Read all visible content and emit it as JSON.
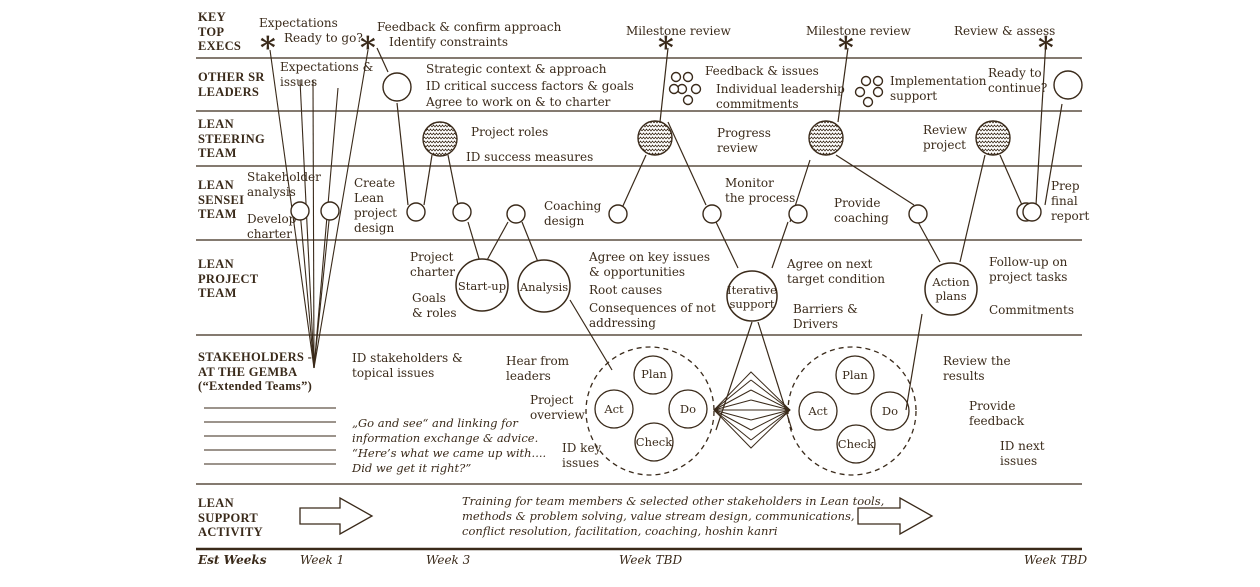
{
  "lanes": {
    "key_execs": [
      "KEY",
      "TOP",
      "EXECS"
    ],
    "other_sr": [
      "OTHER SR",
      "LEADERS"
    ],
    "steering": [
      "LEAN",
      "STEERING",
      "TEAM"
    ],
    "sensei": [
      "LEAN",
      "SENSEI",
      "TEAM"
    ],
    "project": [
      "LEAN",
      "PROJECT",
      "TEAM"
    ],
    "stakeholders": [
      "STAKEHOLDERS -",
      "AT THE GEMBA",
      "(“Extended Teams”)"
    ],
    "support": [
      "LEAN",
      "SUPPORT",
      "ACTIVITY"
    ]
  },
  "execs": {
    "expectations": "Expectations",
    "ready": "Ready to go?",
    "feedback": "Feedback & confirm approach",
    "identify": "Identify constraints",
    "milestone1": "Milestone review",
    "milestone2": "Milestone review",
    "review_assess": "Review & assess"
  },
  "other_sr": {
    "expectations": [
      "Expectations &",
      "issues"
    ],
    "strategic": [
      "Strategic context & approach",
      "ID critical success factors & goals",
      "Agree  to work on & to charter"
    ],
    "feedback": [
      "Feedback & issues",
      "Individual leadership",
      "commitments"
    ],
    "implementation": [
      "Implementation",
      "support"
    ],
    "ready": [
      "Ready to",
      "continue?"
    ]
  },
  "steering": {
    "roles": "Project roles",
    "measures": "ID success measures",
    "progress": [
      "Progress",
      "review"
    ],
    "review": [
      "Review",
      "project"
    ]
  },
  "sensei": {
    "stakeholder": [
      "Stakeholder",
      "analysis"
    ],
    "develop": [
      "Develop",
      "charter"
    ],
    "create": [
      "Create",
      "Lean",
      "project",
      "design"
    ],
    "coaching_design": [
      "Coaching",
      "design"
    ],
    "monitor": [
      "Monitor",
      "the process"
    ],
    "provide": [
      "Provide",
      "coaching"
    ],
    "prep": [
      "Prep",
      "final",
      "report"
    ]
  },
  "project": {
    "charter": [
      "Project",
      "charter"
    ],
    "goals": [
      "Goals",
      "& roles"
    ],
    "startup": "Start-up",
    "analysis": "Analysis",
    "agree": [
      "Agree on key issues",
      "& opportunities"
    ],
    "root": "Root causes",
    "consequences": [
      "Consequences of not",
      "addressing"
    ],
    "iterative": [
      "Iterative",
      "support"
    ],
    "next": [
      "Agree on next",
      "target condition"
    ],
    "barriers": [
      "Barriers &",
      "Drivers"
    ],
    "action": [
      "Action",
      "plans"
    ],
    "followup": [
      "Follow-up on",
      "project tasks"
    ],
    "commitments": "Commitments"
  },
  "gemba": {
    "id_stakeholders": [
      "ID stakeholders &",
      "topical issues"
    ],
    "hear": [
      "Hear from",
      "leaders"
    ],
    "overview": [
      "Project",
      "overview"
    ],
    "id_key": [
      "ID key",
      "issues"
    ],
    "quote": [
      "„Go and see“ and linking for",
      "information exchange & advice.",
      "“Here’s what we came up with....",
      "Did we get it right?”"
    ],
    "pdca1": [
      "Plan",
      "Do",
      "Check",
      "Act"
    ],
    "pdca2": [
      "Plan",
      "Do",
      "Check",
      "Act"
    ],
    "review": [
      "Review the",
      "results"
    ],
    "provide": [
      "Provide",
      "feedback"
    ],
    "id_next": [
      "ID next",
      "issues"
    ]
  },
  "support": {
    "training": [
      "Training for team members & selected other stakeholders in Lean tools,",
      "methods & problem solving, value stream design, communications,",
      "conflict resolution, facilitation, coaching, hoshin kanri"
    ]
  },
  "weeks": {
    "label": "Est Weeks",
    "w1": "Week 1",
    "w3": "Week 3",
    "tbd1": "Week TBD",
    "tbd2": "Week TBD"
  },
  "colors": {
    "ink": "#3a2a1a",
    "hatch": "#3a2a1a"
  }
}
